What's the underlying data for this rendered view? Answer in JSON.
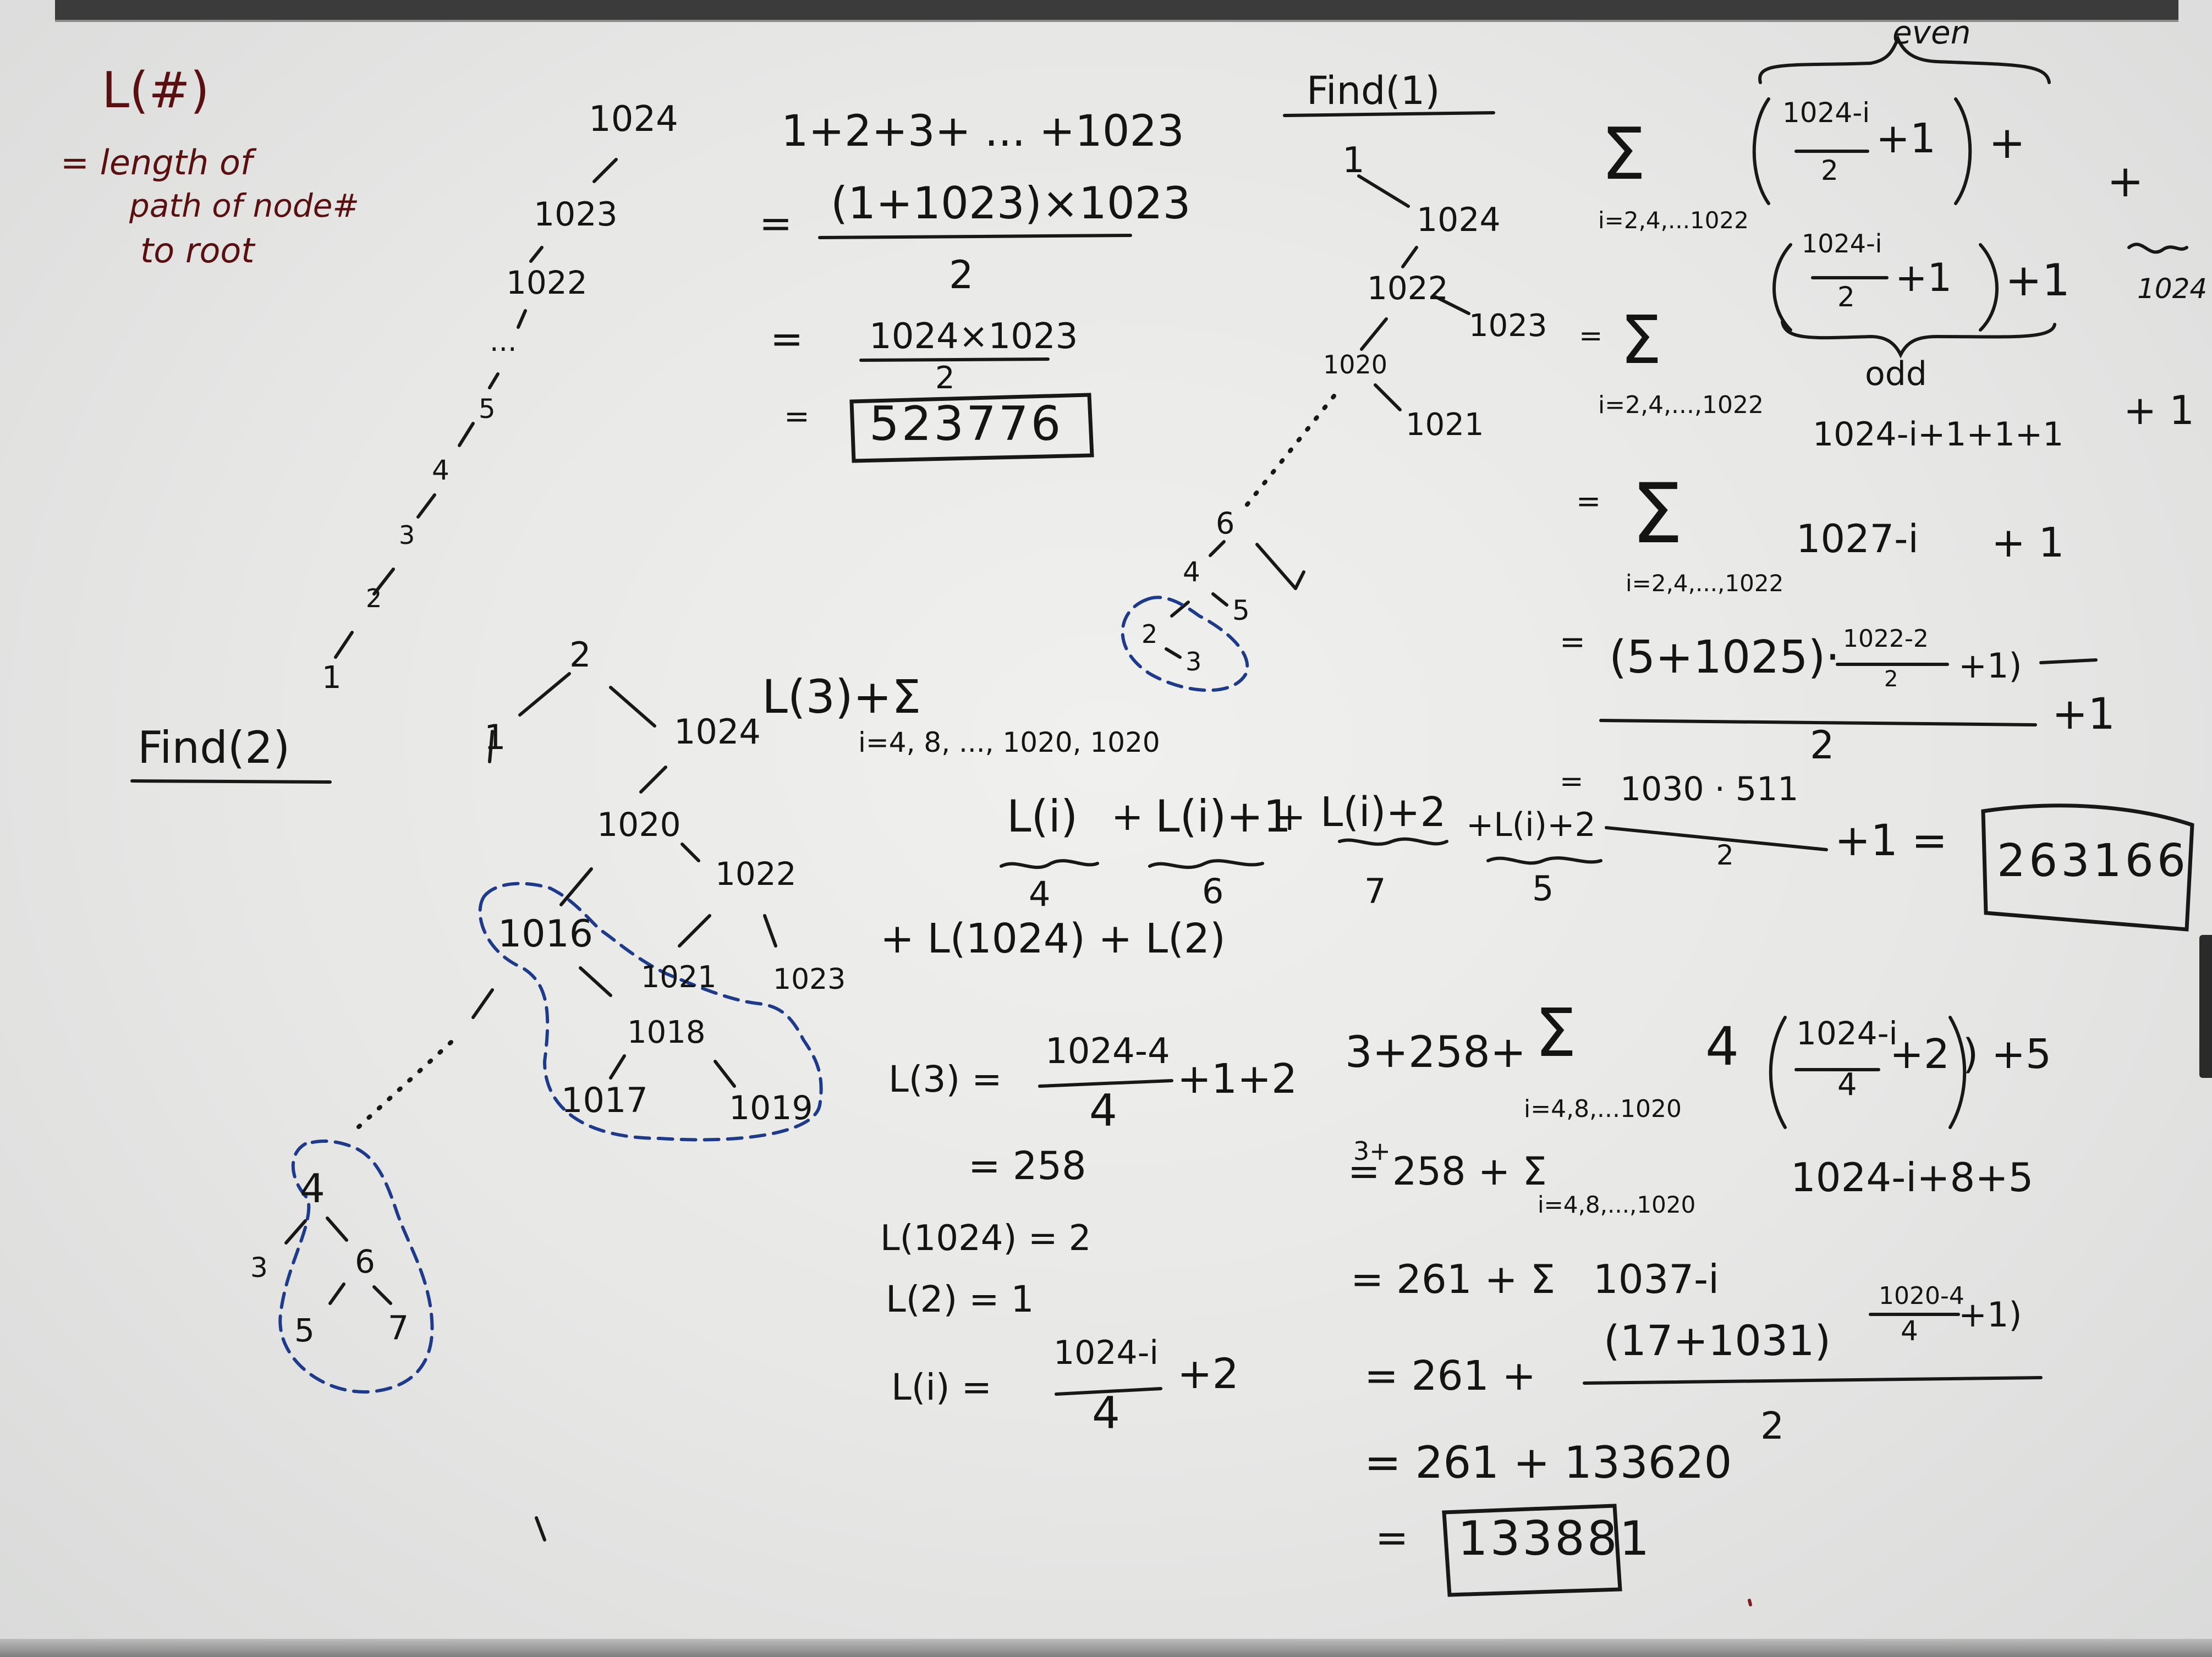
{
  "definition": {
    "title": "L(#)",
    "lines": [
      "= length of",
      "path of node#",
      "to root"
    ]
  },
  "find2": {
    "heading": "Find(2)",
    "chain": [
      "1024",
      "1023",
      "1022",
      "...",
      "5",
      "4",
      "3",
      "2",
      "1"
    ],
    "tree": {
      "nodes": [
        "2",
        "1",
        "1024",
        "1020",
        "1022",
        "1016",
        "1021",
        "1023",
        "1018",
        "1017",
        "1019",
        "4",
        "3",
        "6",
        "5",
        "7"
      ],
      "sum_head": "L(3)+Σ",
      "sum_range": "i=4, 8, ..., 1020, 1020"
    }
  },
  "chain_sum": {
    "line1": "1+2+3+ ... +1023",
    "line2_num": "(1+1023)×1023",
    "line2_den": "2",
    "line3_num": "1024×1023",
    "line3_den": "2",
    "result": "523776"
  },
  "find1": {
    "heading": "Find(1)",
    "nodes": [
      "1",
      "1024",
      "1022",
      "1023",
      "1020",
      "1021",
      "6",
      "4",
      "5",
      "2",
      "3"
    ]
  },
  "even_odd": {
    "even_label": "even",
    "odd_label": "odd",
    "sigma_range": "i=2,4,...1022",
    "term1_num": "1024-i",
    "term1_den": "2",
    "term1_tail": "+1",
    "term2_num": "1024-i",
    "term2_den": "2",
    "term2_tail": "+1",
    "term2_after": "+1",
    "side_plus": "+",
    "side_1024": "1024",
    "side_plus1": "+ 1",
    "row2_range": "i=2,4,...,1022",
    "row2_expr": "1024-i+1+1+1",
    "row3_range": "i=2,4,...,1022",
    "row3_expr": "1027-i",
    "row3_tail": "+ 1",
    "row4_num_a": "(5+1025)·",
    "row4_num_frac_top": "1022-2",
    "row4_num_frac_bot": "2",
    "row4_num_tail": "+1)",
    "row4_den": "2",
    "row4_tail": "+1",
    "row5_num": "1030 · 511",
    "row5_den": "2",
    "row5_tail": "+1 =",
    "result": "263166"
  },
  "L_sum": {
    "terms": [
      "L(i)",
      "+",
      "L(i)+1",
      "+",
      "L(i)+2",
      "+L(i)+2"
    ],
    "under": [
      "4",
      "6",
      "7",
      "5"
    ],
    "tail": "+ L(1024) + L(2)"
  },
  "L_defs": {
    "l3_lhs": "L(3) =",
    "l3_num": "1024-4",
    "l3_den": "4",
    "l3_tail": "+1+2",
    "l3_val": "= 258",
    "l1024": "L(1024) = 2",
    "l2": "L(2) = 1",
    "li_lhs": "L(i) =",
    "li_num": "1024-i",
    "li_den": "4",
    "li_tail": "+2"
  },
  "final_calc": {
    "r1_head": "3+258+",
    "r1_range": "i=4,8,...1020",
    "r1_coef": "4",
    "r1_num": "1024-i",
    "r1_den": "4",
    "r1_tail": "+2 ) +5",
    "r2_pre": "3+",
    "r2_head": "= 258 + Σ",
    "r2_range": "i=4,8,...,1020",
    "r2_expr": "1024-i+8+5",
    "r3": "= 261 + Σ   1037-i",
    "r4_head": "= 261 +",
    "r4_num": "(17+1031)",
    "r4_frac_top": "1020-4",
    "r4_frac_bot": "4",
    "r4_frac_tail": "+1)",
    "r4_den": "2",
    "r5": "= 261 + 133620",
    "r6_eq": "=",
    "result": "133881"
  },
  "colors": {
    "ink": "#141414",
    "marker_blue": "#1e3a8a",
    "board": "#e9e9e8"
  }
}
